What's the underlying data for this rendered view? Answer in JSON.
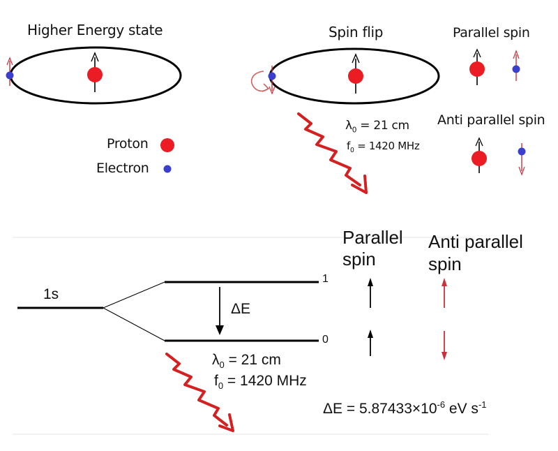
{
  "top_panel": {
    "left": {
      "title": "Higher Energy state"
    },
    "legend": {
      "proton_label": "Proton",
      "electron_label": "Electron"
    },
    "right": {
      "title": "Spin flip",
      "wavelength": {
        "symbol": "λ",
        "sub": "0",
        "value": " = 21 cm"
      },
      "frequency": {
        "symbol": "f",
        "sub": "0",
        "value": " = 1420 MHz"
      },
      "parallel_title": "Parallel spin",
      "anti_parallel_title": "Anti parallel spin"
    }
  },
  "energy_diagram": {
    "level_label": "1s",
    "upper_level": "1",
    "lower_level": "0",
    "delta_label": "ΔE",
    "wavelength": {
      "symbol": "λ",
      "sub": "0",
      "value": " = 21 cm"
    },
    "frequency": {
      "symbol": "f",
      "sub": "0",
      "value": " = 1420 MHz"
    },
    "parallel_header": [
      "Parallel",
      "spin"
    ],
    "anti_parallel_header": [
      "Anti parallel",
      "spin"
    ],
    "equation": {
      "prefix": "ΔE = 5.87433×10",
      "exp1": "-6",
      "unit": " eV s",
      "exp2": "-1"
    }
  },
  "colors": {
    "proton": "#ec1c24",
    "electron": "#3b3fd0",
    "photon": "#d42020",
    "anti_spin": "#c8323c",
    "line": "#000000",
    "separator": "#e6e6e6"
  }
}
